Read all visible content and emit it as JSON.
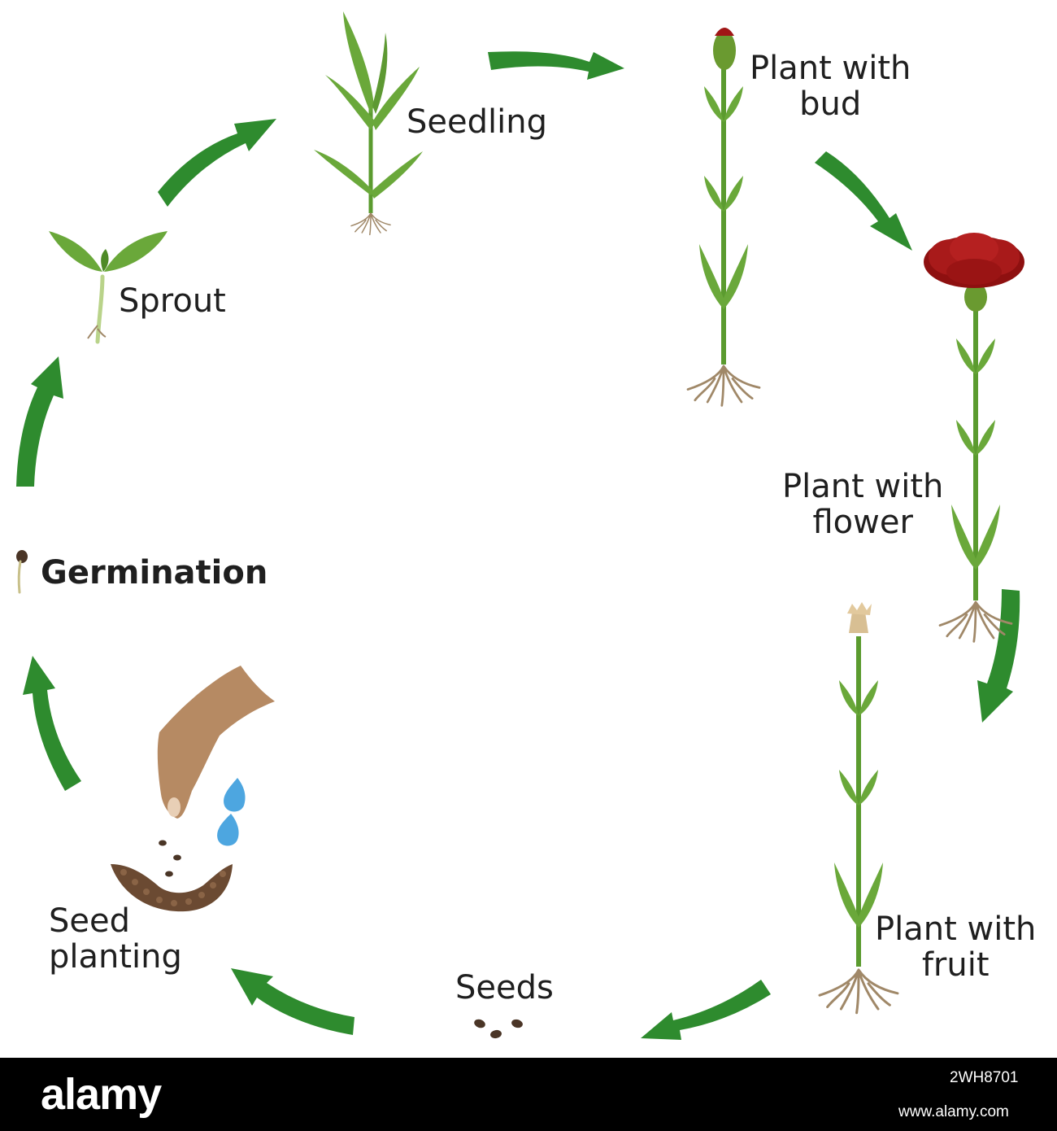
{
  "stages": {
    "seedling": "Seedling",
    "plant_with_bud": "Plant with\nbud",
    "plant_with_flower": "Plant with\nflower",
    "plant_with_fruit": "Plant with\nfruit",
    "seeds": "Seeds",
    "seed_planting": "Seed\nplanting",
    "germination": "Germination",
    "sprout": "Sprout"
  },
  "footer": {
    "brand": "alamy",
    "image_id": "2WH8701",
    "url": "www.alamy.com"
  },
  "colors": {
    "arrow": "#2e8b2e",
    "stem": "#5b9b2f",
    "leaf": "#6aa83a",
    "flower": "#a01616",
    "bud": "#6a9a30",
    "root": "#a08868",
    "seed": "#4a3526",
    "soil": "#6b4a32",
    "hand": "#b68a63",
    "water": "#4da6e0",
    "dried_flower": "#d8bf93"
  },
  "icons": [
    "seedling-plant-icon",
    "budding-plant-icon",
    "flowering-plant-icon",
    "fruiting-plant-icon",
    "seeds-icon",
    "planting-hand-icon",
    "water-drops-icon",
    "soil-icon",
    "germinating-seed-icon",
    "sprout-icon",
    "cycle-arrow-icon"
  ]
}
